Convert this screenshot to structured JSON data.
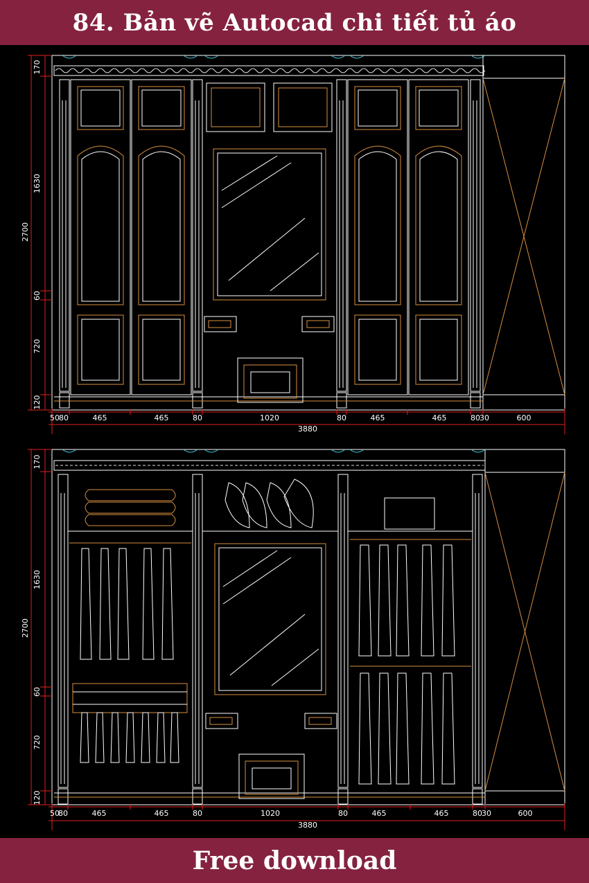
{
  "header": {
    "title": "84. Bản vẽ Autocad chi tiết tủ áo"
  },
  "footer": {
    "label": "Free download"
  },
  "colors": {
    "banner": "#85223f",
    "dim_red": "#e02020",
    "wood_orange": "#d89040",
    "line_white": "#ffffff",
    "cyan": "#40c8e0"
  },
  "drawings": [
    {
      "name": "front-elevation",
      "vertical_dims": [
        "170",
        "1630",
        "2700",
        "60",
        "720",
        "120"
      ],
      "horizontal_dims": [
        "50",
        "80",
        "465",
        "465",
        "80",
        "1020",
        "80",
        "465",
        "465",
        "80",
        "30",
        "600"
      ],
      "total_width": "3880"
    },
    {
      "name": "interior-elevation",
      "vertical_dims": [
        "170",
        "1630",
        "2700",
        "60",
        "720",
        "120"
      ],
      "horizontal_dims": [
        "50",
        "80",
        "465",
        "465",
        "80",
        "1020",
        "80",
        "465",
        "465",
        "80",
        "30",
        "600"
      ],
      "total_width": "3880"
    }
  ]
}
